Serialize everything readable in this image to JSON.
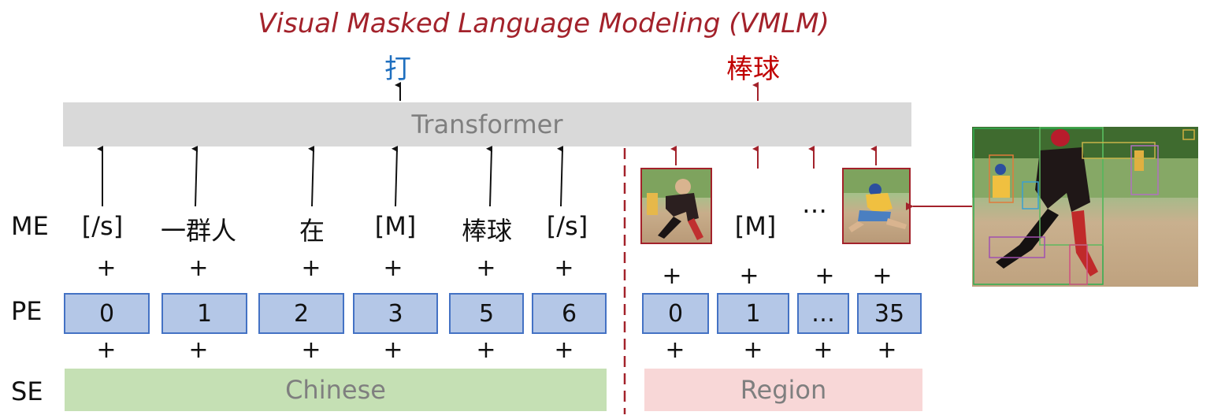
{
  "title": "Visual Masked Language Modeling (VMLM)",
  "outputs": [
    {
      "text": "打",
      "color": "#1f6fbf"
    },
    {
      "text": "棒球",
      "color": "#c00000"
    }
  ],
  "transformer_label": "Transformer",
  "row_labels": {
    "me": "ME",
    "pe": "PE",
    "se": "SE"
  },
  "chinese": {
    "me_tokens": [
      "[/s]",
      "一群人",
      "在",
      "[M]",
      "棒球",
      "[/s]"
    ],
    "pe_values": [
      "0",
      "1",
      "2",
      "3",
      "5",
      "6"
    ],
    "segment": "Chinese",
    "segment_color": "#c5e0b4"
  },
  "region": {
    "me_tokens": [
      "",
      "[M]",
      "…",
      ""
    ],
    "pe_values": [
      "0",
      "1",
      "…",
      "35"
    ],
    "segment": "Region",
    "segment_color": "#f8d7d7"
  },
  "plus_sign": "+",
  "colors": {
    "accent_red": "#a3222b",
    "pe_fill": "#b4c7e7",
    "pe_border": "#4472c4",
    "transformer": "#d9d9d9"
  }
}
